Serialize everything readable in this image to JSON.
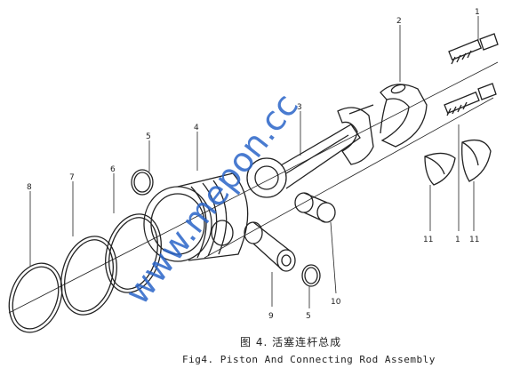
{
  "diagram": {
    "labels": {
      "l1a": "1",
      "l1b": "1",
      "l2": "2",
      "l3": "3",
      "l4": "4",
      "l5a": "5",
      "l5b": "5",
      "l6": "6",
      "l7": "7",
      "l8": "8",
      "l9": "9",
      "l10": "10",
      "l11a": "11",
      "l11b": "11"
    },
    "watermark": "www.mepon.cc",
    "caption_cn": "图 4. 活塞连杆总成",
    "caption_en": "Fig4. Piston And Connecting Rod Assembly"
  }
}
